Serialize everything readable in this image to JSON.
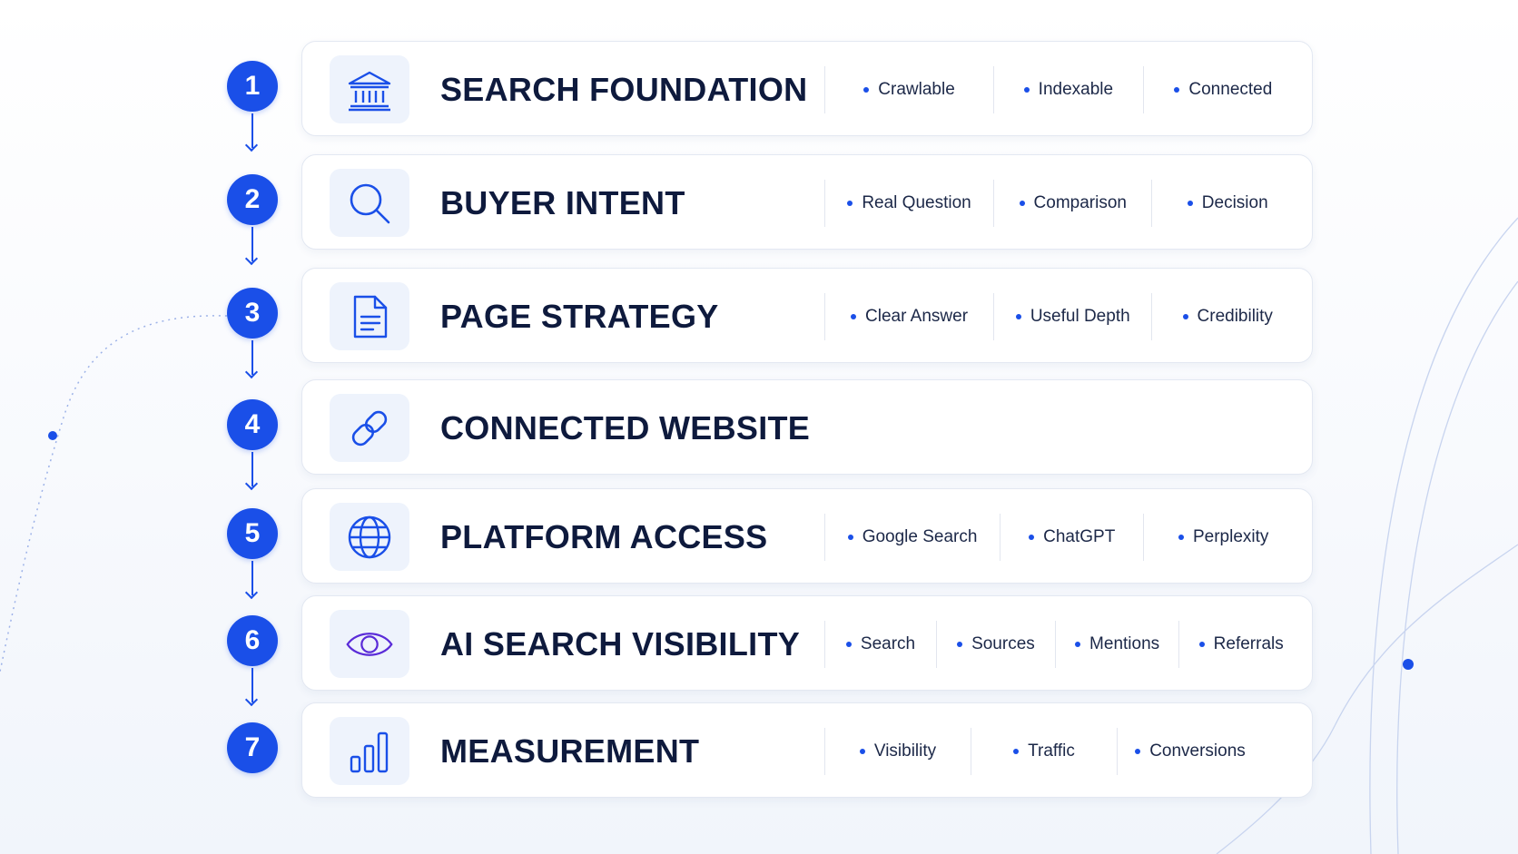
{
  "steps": [
    {
      "number": "1",
      "title": "SEARCH FOUNDATION",
      "icon": "bank-icon",
      "tags": [
        "Crawlable",
        "Indexable",
        "Connected"
      ]
    },
    {
      "number": "2",
      "title": "BUYER INTENT",
      "icon": "search-icon",
      "tags": [
        "Real Question",
        "Comparison",
        "Decision"
      ]
    },
    {
      "number": "3",
      "title": "PAGE STRATEGY",
      "icon": "document-icon",
      "tags": [
        "Clear Answer",
        "Useful Depth",
        "Credibility"
      ]
    },
    {
      "number": "4",
      "title": "CONNECTED WEBSITE",
      "icon": "link-icon",
      "tags": []
    },
    {
      "number": "5",
      "title": "PLATFORM ACCESS",
      "icon": "globe-icon",
      "tags": [
        "Google Search",
        "ChatGPT",
        "Perplexity"
      ]
    },
    {
      "number": "6",
      "title": "AI SEARCH VISIBILITY",
      "icon": "eye-icon",
      "tags": [
        "Search",
        "Sources",
        "Mentions",
        "Referrals"
      ]
    },
    {
      "number": "7",
      "title": "MEASUREMENT",
      "icon": "bar-chart-icon",
      "tags": [
        "Visibility",
        "Traffic",
        "Conversions"
      ]
    }
  ],
  "colors": {
    "accent": "#1a4fe8",
    "eye_accent": "#5a2bd8",
    "text": "#0e1a3d"
  }
}
